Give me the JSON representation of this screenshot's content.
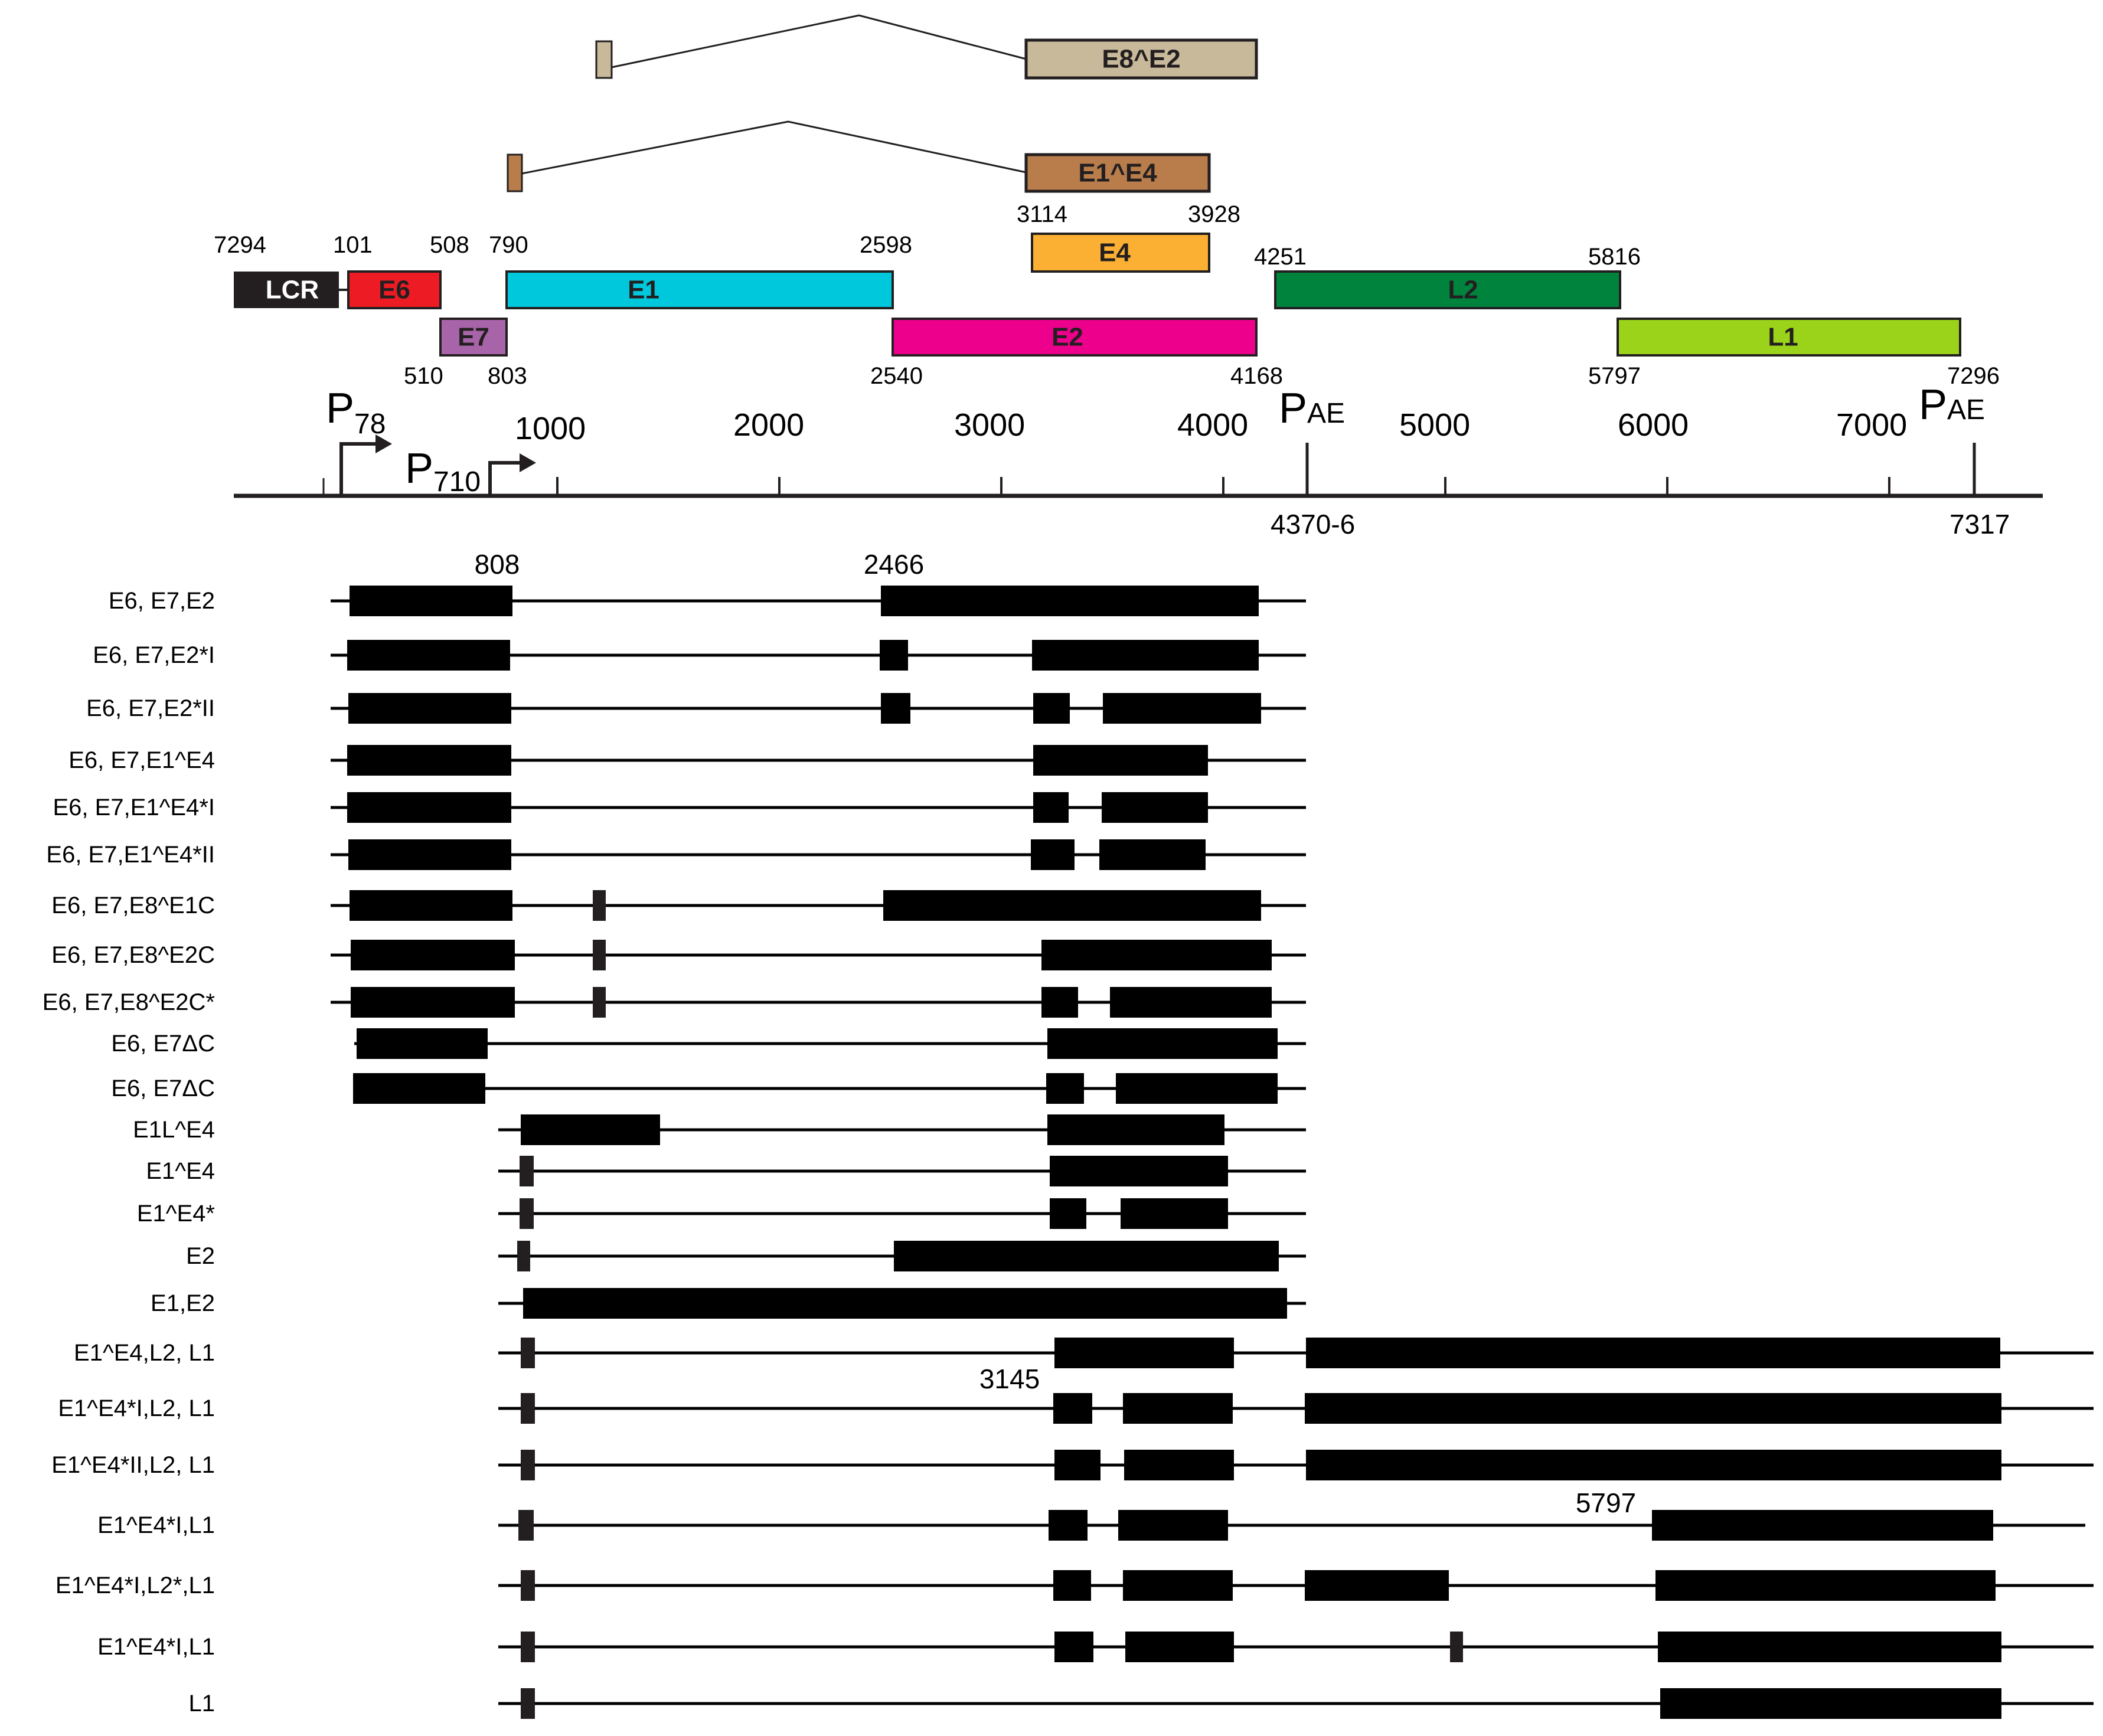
{
  "genome_map": {
    "genes": [
      {
        "name": "LCR",
        "start": 7294,
        "end": null,
        "color": "#231f20",
        "text_color": "#ffffff"
      },
      {
        "name": "E6",
        "start": 101,
        "end": 508,
        "color": "#ed1c24",
        "text_color": "#231f20"
      },
      {
        "name": "E7",
        "start": 510,
        "end": 803,
        "color": "#a864a8",
        "text_color": "#231f20"
      },
      {
        "name": "E1",
        "start": 790,
        "end": 2598,
        "color": "#00c8dc",
        "text_color": "#231f20"
      },
      {
        "name": "E2",
        "start": 2540,
        "end": 4168,
        "color": "#ec008c",
        "text_color": "#231f20"
      },
      {
        "name": "E4",
        "start": 3114,
        "end": 3928,
        "color": "#fbb034",
        "text_color": "#231f20"
      },
      {
        "name": "L2",
        "start": 4251,
        "end": 5816,
        "color": "#00843d",
        "text_color": "#231f20"
      },
      {
        "name": "L1",
        "start": 5797,
        "end": 7296,
        "color": "#9bd21a",
        "text_color": "#231f20"
      }
    ],
    "fusion_products": [
      {
        "name": "E1^E4",
        "color": "#b87d4b"
      },
      {
        "name": "E8^E2",
        "color": "#c8b99a"
      }
    ],
    "promoters": [
      {
        "name": "P",
        "sub": "78"
      },
      {
        "name": "P",
        "sub": "710"
      },
      {
        "name": "P",
        "sub": "AE"
      },
      {
        "name": "P",
        "sub": "AE"
      }
    ],
    "axis": {
      "ticks": [
        "1000",
        "2000",
        "3000",
        "4000",
        "5000",
        "6000",
        "7000"
      ],
      "marks": [
        "4370-6",
        "7317"
      ]
    }
  },
  "annotations": [
    "808",
    "2466",
    "3145",
    "5797"
  ],
  "transcripts": [
    {
      "label": "E6, E7,E2"
    },
    {
      "label": "E6, E7,E2*I"
    },
    {
      "label": "E6, E7,E2*II"
    },
    {
      "label": "E6, E7,E1^E4"
    },
    {
      "label": "E6, E7,E1^E4*I"
    },
    {
      "label": "E6, E7,E1^E4*II"
    },
    {
      "label": "E6, E7,E8^E1C"
    },
    {
      "label": "E6, E7,E8^E2C"
    },
    {
      "label": "E6, E7,E8^E2C*"
    },
    {
      "label": "E6, E7ΔC"
    },
    {
      "label": "E6, E7ΔC"
    },
    {
      "label": "E1L^E4"
    },
    {
      "label": "E1^E4"
    },
    {
      "label": "E1^E4*"
    },
    {
      "label": "E2"
    },
    {
      "label": "E1,E2"
    },
    {
      "label": "E1^E4,L2, L1"
    },
    {
      "label": "E1^E4*I,L2, L1"
    },
    {
      "label": "E1^E4*II,L2, L1"
    },
    {
      "label": "E1^E4*I,L1"
    },
    {
      "label": "E1^E4*I,L2*,L1"
    },
    {
      "label": "E1^E4*I,L1"
    },
    {
      "label": "L1"
    }
  ]
}
